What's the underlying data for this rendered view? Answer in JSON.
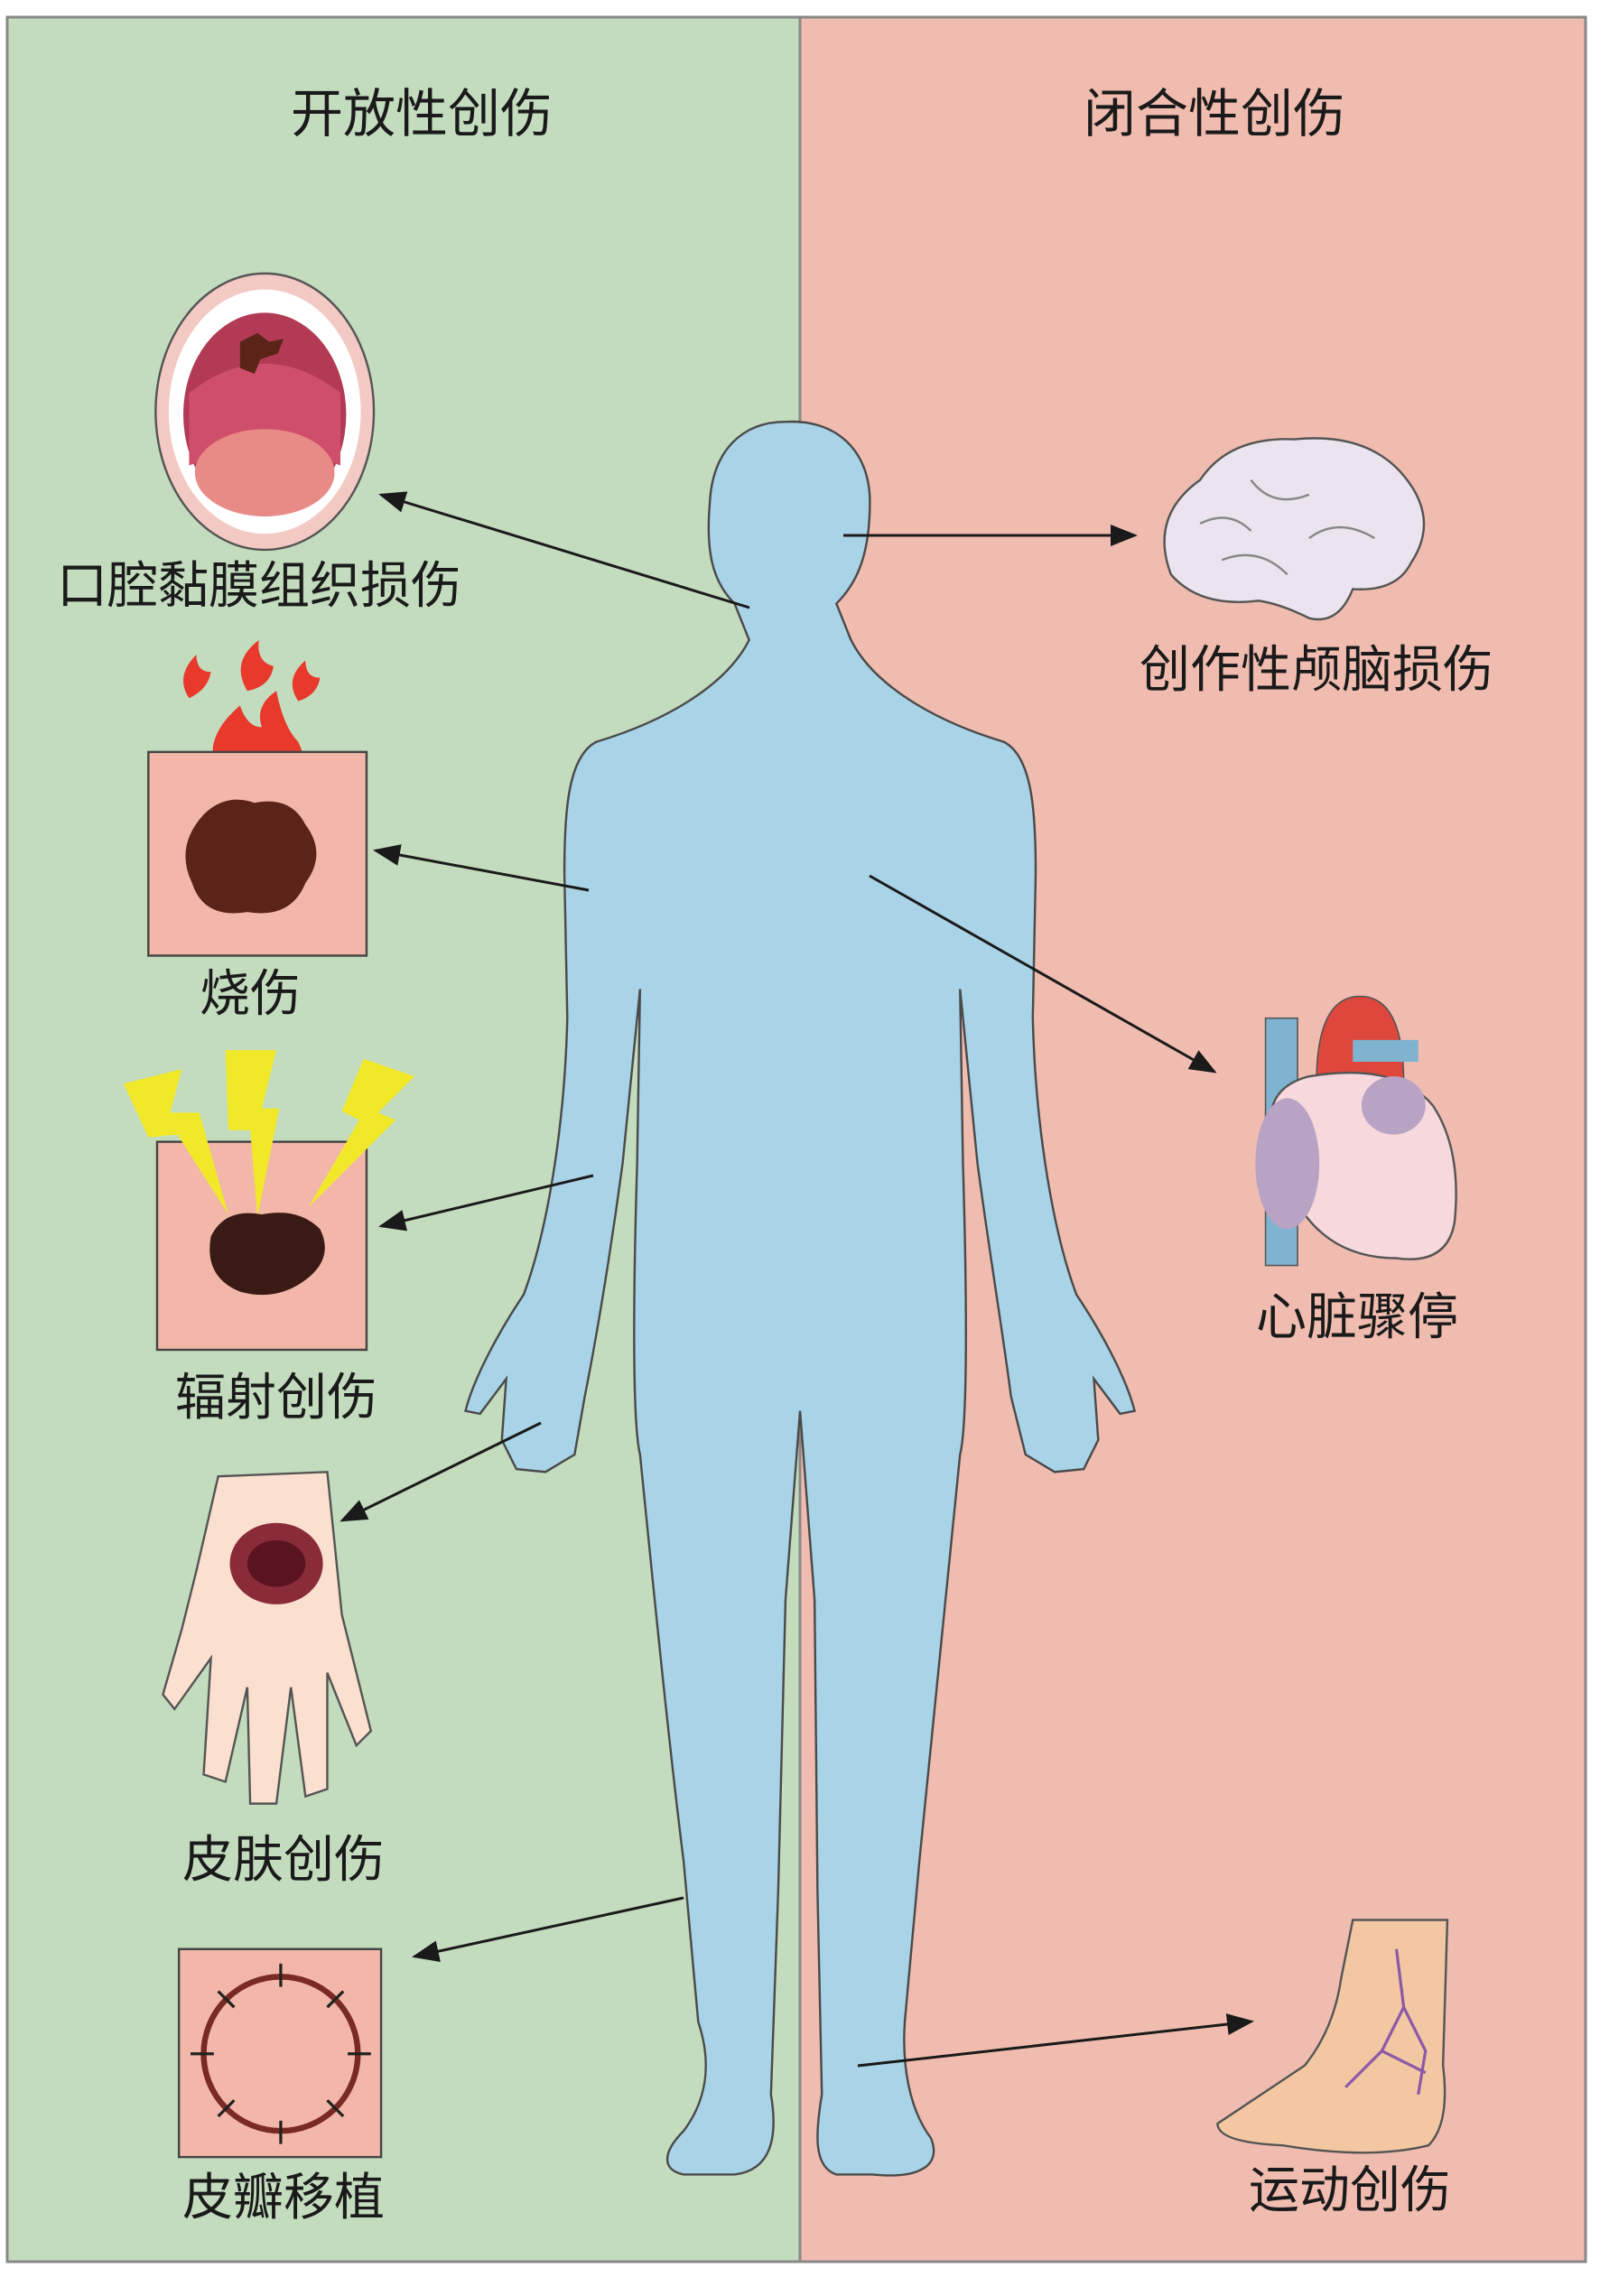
{
  "panels": {
    "open": {
      "title": "开放性创伤",
      "color": "#c3dcbe"
    },
    "closed": {
      "title": "闭合性创伤",
      "color": "#f0bcb0"
    }
  },
  "open_items": [
    {
      "label": "口腔黏膜组织损伤",
      "icon": "open-mouth-icon"
    },
    {
      "label": "烧伤",
      "icon": "burn-icon"
    },
    {
      "label": "辐射创伤",
      "icon": "radiation-burn-icon"
    },
    {
      "label": "皮肤创伤",
      "icon": "hand-wound-icon"
    },
    {
      "label": "皮瓣移植",
      "icon": "skin-flap-icon"
    }
  ],
  "closed_items": [
    {
      "label": "创作性颅脑损伤",
      "icon": "brain-icon"
    },
    {
      "label": "心脏骤停",
      "icon": "heart-icon"
    },
    {
      "label": "运动创伤",
      "icon": "foot-icon"
    }
  ],
  "colors": {
    "body": "#a9d3e6",
    "arrow": "#1a1a1a",
    "wound": "#5a2418",
    "flame": "#e8392c",
    "bolt": "#f2e82a"
  }
}
